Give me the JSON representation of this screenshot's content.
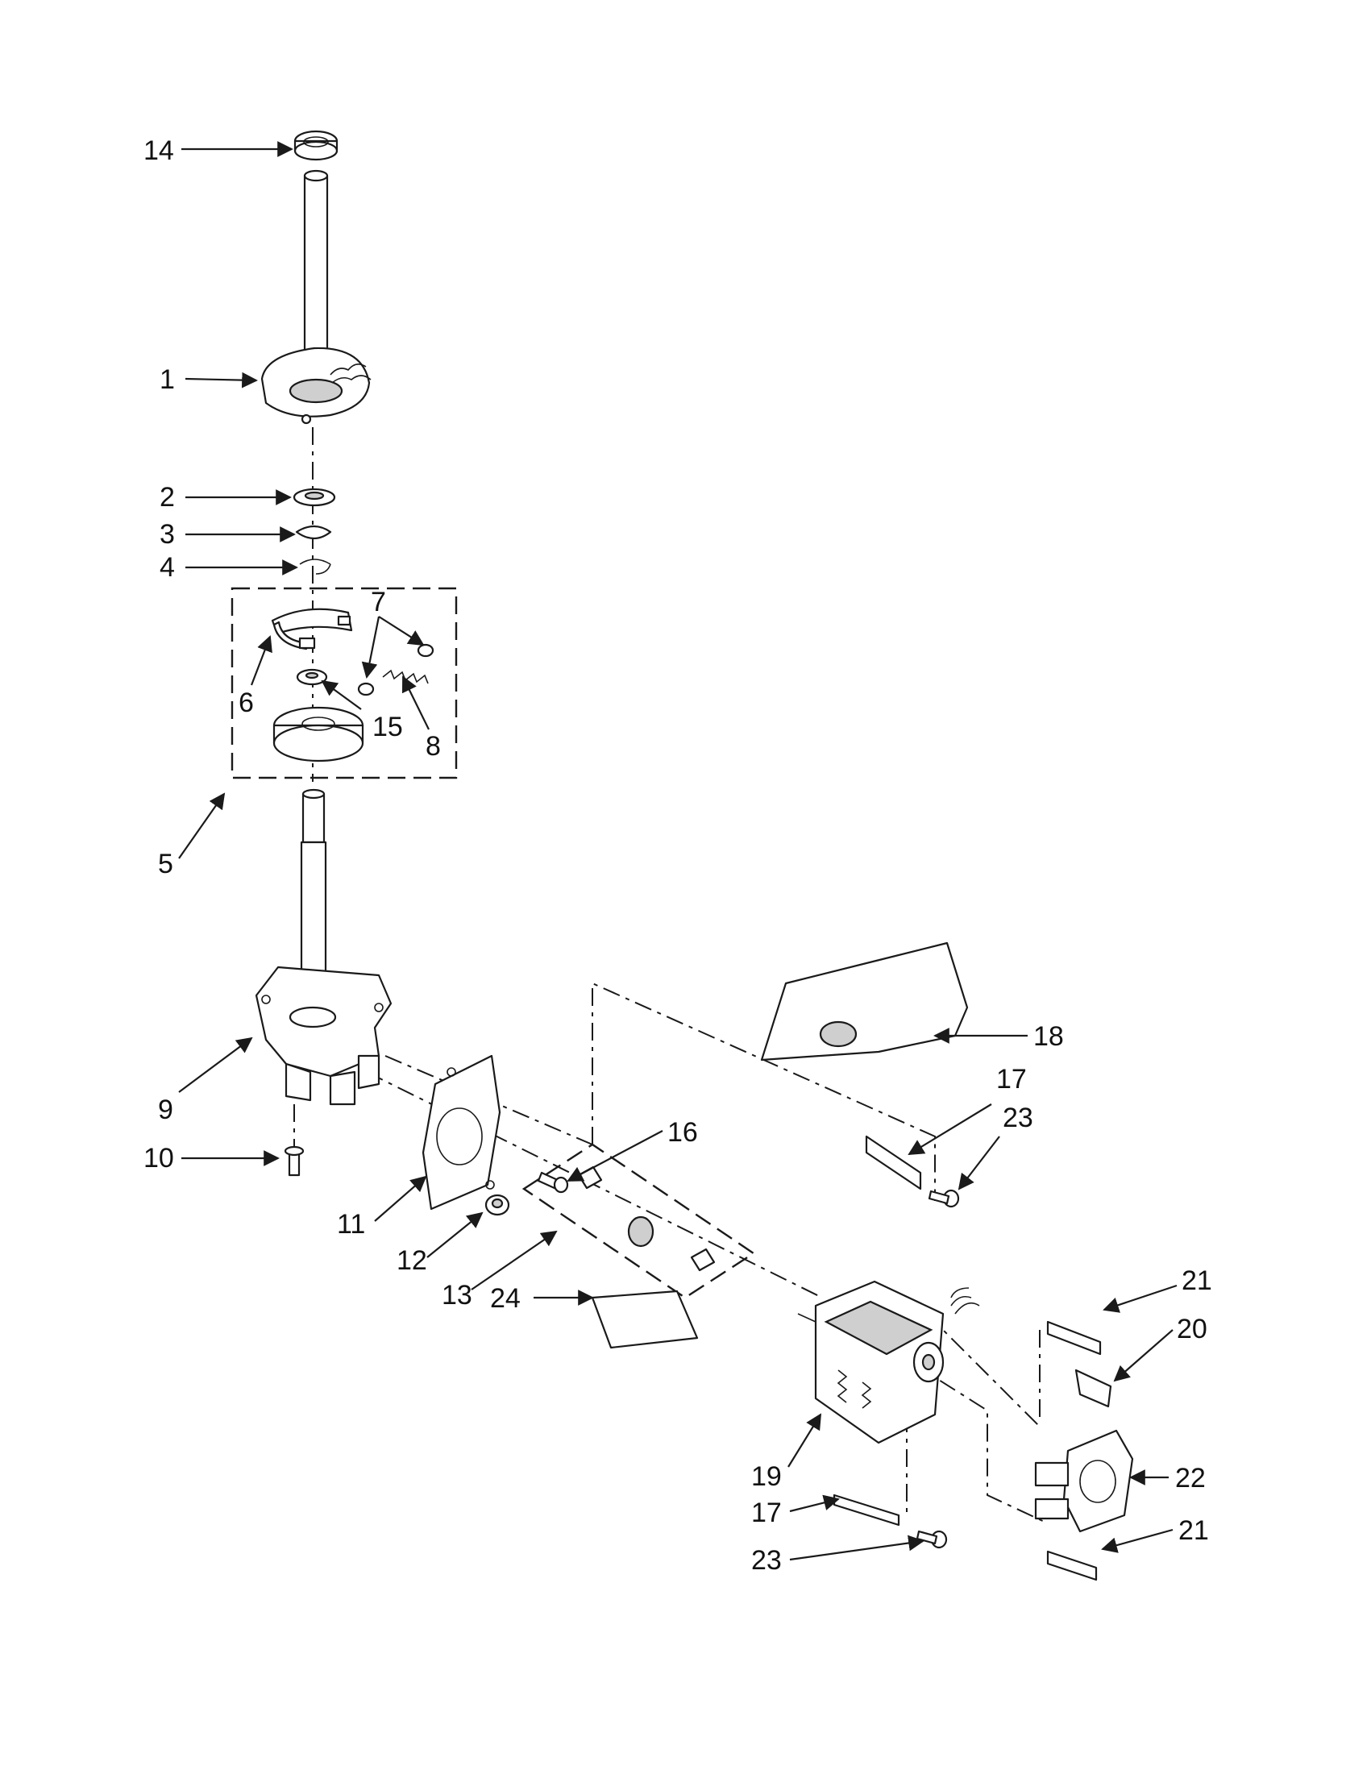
{
  "diagram": {
    "colors": {
      "ink": "#1a1a1a",
      "background": "#ffffff",
      "shade": "#cfcfcf"
    },
    "callouts": {
      "c14": "14",
      "c1": "1",
      "c2": "2",
      "c3": "3",
      "c4": "4",
      "c7": "7",
      "c6": "6",
      "c15": "15",
      "c8": "8",
      "c5": "5",
      "c9": "9",
      "c10": "10",
      "c11": "11",
      "c12": "12",
      "c13": "13",
      "c16": "16",
      "c24": "24",
      "c18": "18",
      "c17a": "17",
      "c23a": "23",
      "c21a": "21",
      "c20": "20",
      "c19": "19",
      "c22": "22",
      "c17b": "17",
      "c21b": "21",
      "c23b": "23"
    }
  }
}
